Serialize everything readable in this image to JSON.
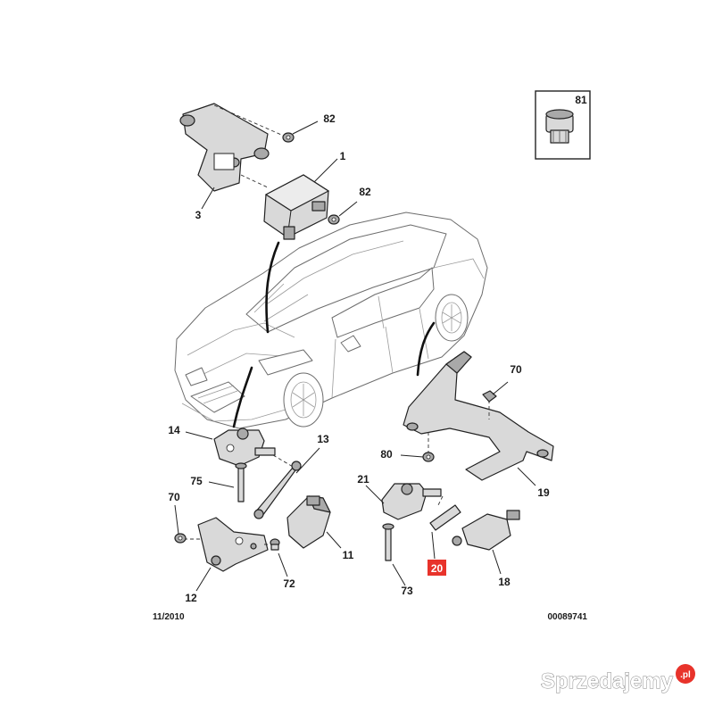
{
  "diagram": {
    "callouts": {
      "c81": "81",
      "c82a": "82",
      "c1": "1",
      "c82b": "82",
      "c3": "3",
      "c70a": "70",
      "c14": "14",
      "c13": "13",
      "c80": "80",
      "c75": "75",
      "c21": "21",
      "c19": "19",
      "c70b": "70",
      "c11": "11",
      "c20": "20",
      "c18": "18",
      "c72": "72",
      "c12": "12",
      "c73": "73"
    },
    "highlight_color": "#e8332b",
    "footer_date": "11/2010",
    "footer_ref": "00089741"
  },
  "watermark": {
    "text": "Sprzedajemy",
    "badge": ".pl",
    "badge_color": "#e8332b"
  }
}
